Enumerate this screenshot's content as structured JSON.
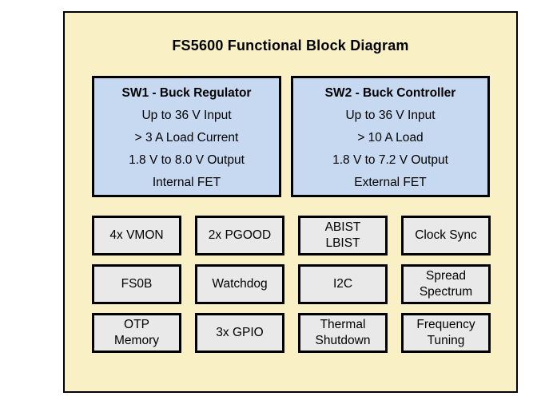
{
  "title": "FS5600 Functional Block Diagram",
  "colors": {
    "page_background": "#FFFFFF",
    "frame_fill": "#FAF0C6",
    "feature_block_fill": "#C6D9F1",
    "function_block_fill": "#E9E9E9",
    "border": "#000000",
    "text": "#000000"
  },
  "feature_blocks": [
    {
      "title": "SW1 - Buck Regulator",
      "lines": [
        "Up to 36 V Input",
        "> 3 A Load Current",
        "1.8 V to 8.0 V Output",
        "Internal FET"
      ]
    },
    {
      "title": "SW2 - Buck Controller",
      "lines": [
        "Up to 36 V Input",
        "> 10 A Load",
        "1.8 V to 7.2 V Output",
        "External FET"
      ]
    }
  ],
  "function_blocks": [
    "4x VMON",
    "2x PGOOD",
    "ABIST\nLBIST",
    "Clock Sync",
    "FS0B",
    "Watchdog",
    "I2C",
    "Spread\nSpectrum",
    "OTP\nMemory",
    "3x GPIO",
    "Thermal\nShutdown",
    "Frequency\nTuning"
  ]
}
